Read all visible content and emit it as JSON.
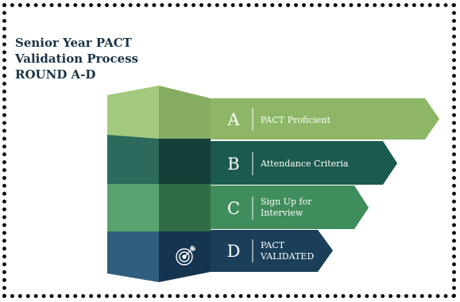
{
  "title": {
    "line1": "Senior Year PACT",
    "line2": "Validation Process",
    "line3": "ROUND A-D"
  },
  "steps": [
    {
      "letter": "A",
      "label_lines": [
        "PACT Proficient"
      ]
    },
    {
      "letter": "B",
      "label_lines": [
        "Attendance Criteria"
      ]
    },
    {
      "letter": "C",
      "label_lines": [
        "Sign Up for",
        "Interview"
      ]
    },
    {
      "letter": "D",
      "label_lines": [
        "PACT",
        "VALIDATED"
      ]
    }
  ],
  "icons": {
    "bottom_block": "target-dart-icon"
  },
  "colors": {
    "step_a": "#8db766",
    "step_b": "#1b5a4e",
    "step_c": "#3f8d5c",
    "step_d": "#1b3f58",
    "title": "#1a3344"
  }
}
